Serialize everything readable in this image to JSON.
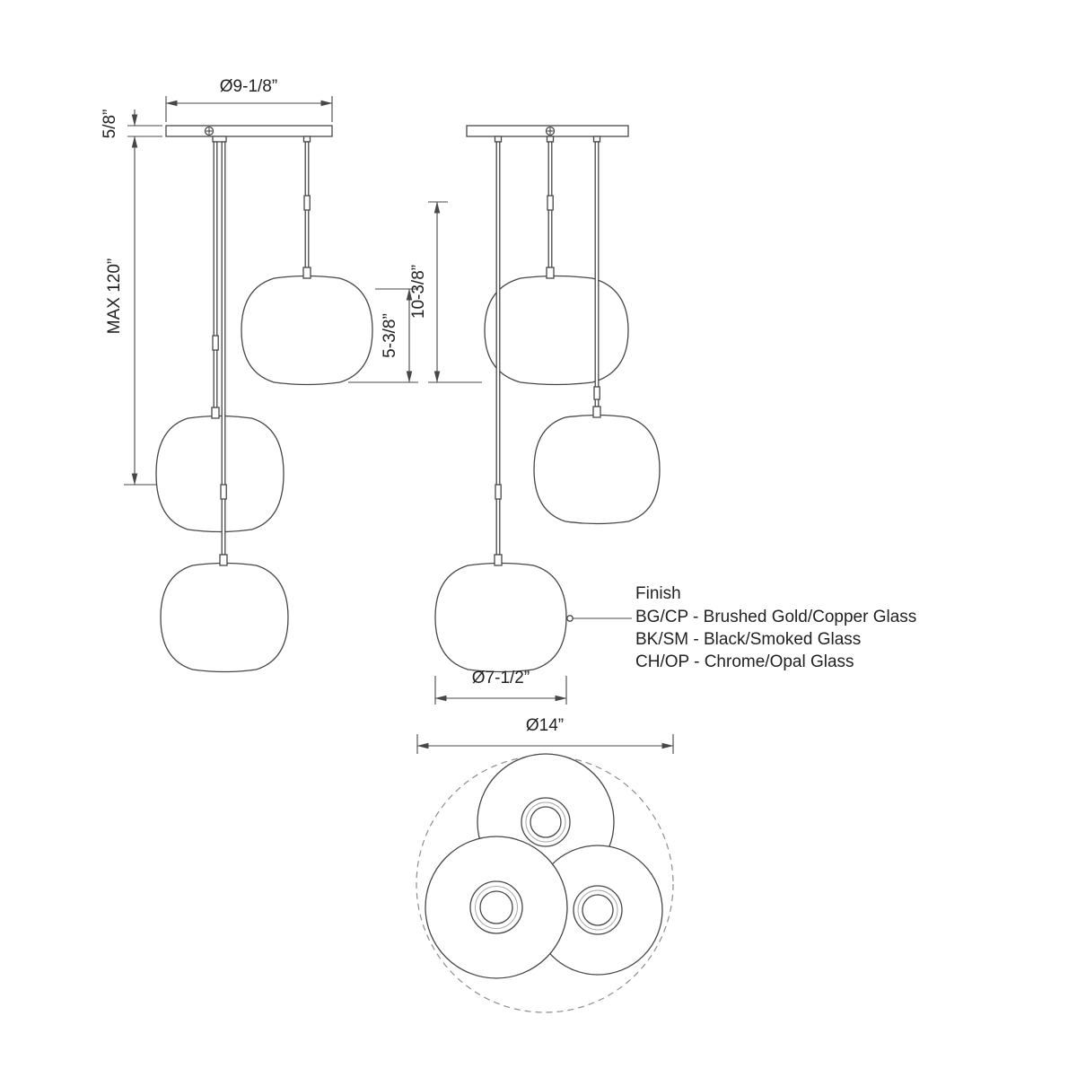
{
  "drawing_title": "3-light pendant fixture dimension drawing",
  "views": {
    "left": {
      "canopy_diameter": "Ø9-1/8”",
      "canopy_height": "5/8”",
      "max_height": "MAX 120”",
      "shade_height": "5-3/8”"
    },
    "right": {
      "stem_length": "10-3/8”",
      "shade_diameter": "Ø7-1/2”"
    },
    "top": {
      "overall_diameter": "Ø14”"
    }
  },
  "finish": {
    "title": "Finish",
    "options": [
      "BG/CP - Brushed Gold/Copper Glass",
      "BK/SM - Black/Smoked Glass",
      "CH/OP - Chrome/Opal Glass"
    ]
  },
  "colors": {
    "line": "#474747",
    "text": "#222222",
    "dashed": "#8d8d8d",
    "background": "#ffffff"
  }
}
